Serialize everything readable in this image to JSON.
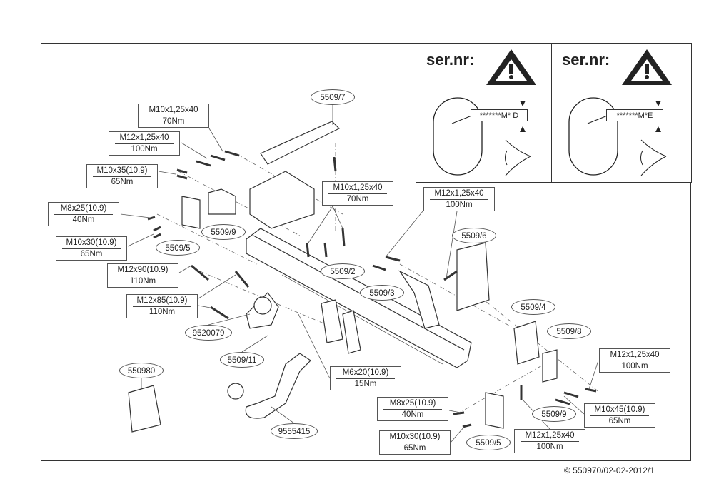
{
  "serial_panels": [
    {
      "label": "ser.nr:",
      "code": "*******M* D"
    },
    {
      "label": "ser.nr:",
      "code": "*******M*E"
    }
  ],
  "specs": [
    {
      "size": "M10x1,25x40",
      "torque": "70Nm"
    },
    {
      "size": "M12x1,25x40",
      "torque": "100Nm"
    },
    {
      "size": "M10x35(10.9)",
      "torque": "65Nm"
    },
    {
      "size": "M8x25(10.9)",
      "torque": "40Nm"
    },
    {
      "size": "M10x30(10.9)",
      "torque": "65Nm"
    },
    {
      "size": "M12x90(10.9)",
      "torque": "110Nm"
    },
    {
      "size": "M12x85(10.9)",
      "torque": "110Nm"
    },
    {
      "size": "M10x1,25x40",
      "torque": "70Nm"
    },
    {
      "size": "M12x1,25x40",
      "torque": "100Nm"
    },
    {
      "size": "M6x20(10.9)",
      "torque": "15Nm"
    },
    {
      "size": "M12x1,25x40",
      "torque": "100Nm"
    },
    {
      "size": "M10x45(10.9)",
      "torque": "65Nm"
    },
    {
      "size": "M8x25(10.9)",
      "torque": "40Nm"
    },
    {
      "size": "M10x30(10.9)",
      "torque": "65Nm"
    },
    {
      "size": "M12x1,25x40",
      "torque": "100Nm"
    }
  ],
  "parts": [
    "5509/7",
    "5509/9",
    "5509/5",
    "5509/2",
    "5509/3",
    "5509/6",
    "5509/4",
    "5509/8",
    "9520079",
    "5509/11",
    "550980",
    "9555415",
    "5509/9",
    "5509/5"
  ],
  "copyright": "© 550970/02-02-2012/1"
}
